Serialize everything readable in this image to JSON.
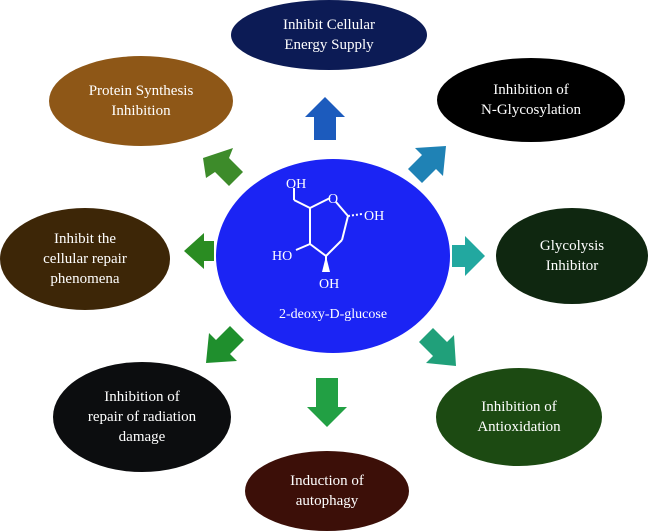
{
  "center": {
    "label": "2-deoxy-D-glucose",
    "molecule_labels": {
      "oh_top": "OH",
      "oh_right": "OH",
      "oh_left": "HO",
      "oh_bottom": "OH",
      "ring_o": "O"
    },
    "color": "#1b24f4"
  },
  "effects": [
    {
      "id": "energy",
      "label": "Inhibit Cellular\nEnergy Supply",
      "color": "#0c1b55"
    },
    {
      "id": "nglyco",
      "label": "Inhibition of\nN-Glycosylation",
      "color": "#000000"
    },
    {
      "id": "glycolysis",
      "label": "Glycolysis\nInhibitor",
      "color": "#0f2710"
    },
    {
      "id": "antioxidation",
      "label": "Inhibition of\nAntioxidation",
      "color": "#1c4a12"
    },
    {
      "id": "autophagy",
      "label": "Induction of\nautophagy",
      "color": "#3c0f08"
    },
    {
      "id": "radiation",
      "label": "Inhibition of\nrepair of radiation\ndamage",
      "color": "#0c0d0f"
    },
    {
      "id": "repair",
      "label": "Inhibit the\ncellular repair\nphenomena",
      "color": "#3d2607"
    },
    {
      "id": "protein",
      "label": "Protein Synthesis\nInhibition",
      "color": "#8e5717"
    }
  ],
  "arrow_colors": {
    "up": "#1c5bbd",
    "up_right": "#1f82b5",
    "right": "#22a8a0",
    "down_right": "#20a07a",
    "down": "#22a044",
    "down_left": "#1f8f2d",
    "left": "#2a8c22",
    "up_left": "#3d8b2a"
  }
}
